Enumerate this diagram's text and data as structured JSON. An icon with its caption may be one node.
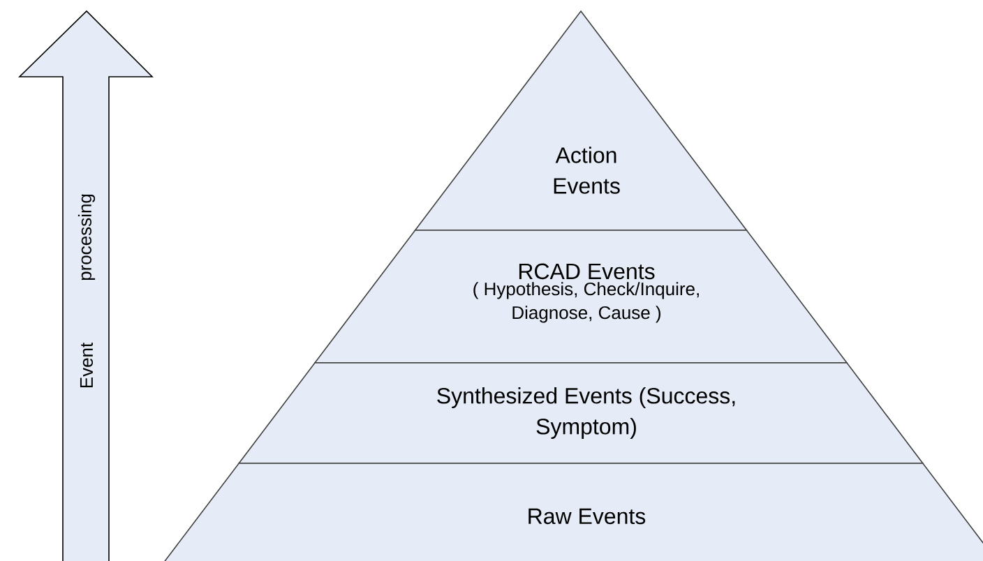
{
  "diagram": {
    "nodes": [
      {
        "text": [
          "Action Events"
        ]
      },
      {
        "text": [
          "RCAD Events",
          "( Hypothesis, Check/Inquire, Diagnose, Cause )"
        ]
      },
      {
        "text": [
          "Synthesized Events (Success, Symptom)"
        ]
      },
      {
        "text": [
          "Raw Events"
        ]
      }
    ],
    "labels": [
      "processing",
      "Event"
    ]
  }
}
